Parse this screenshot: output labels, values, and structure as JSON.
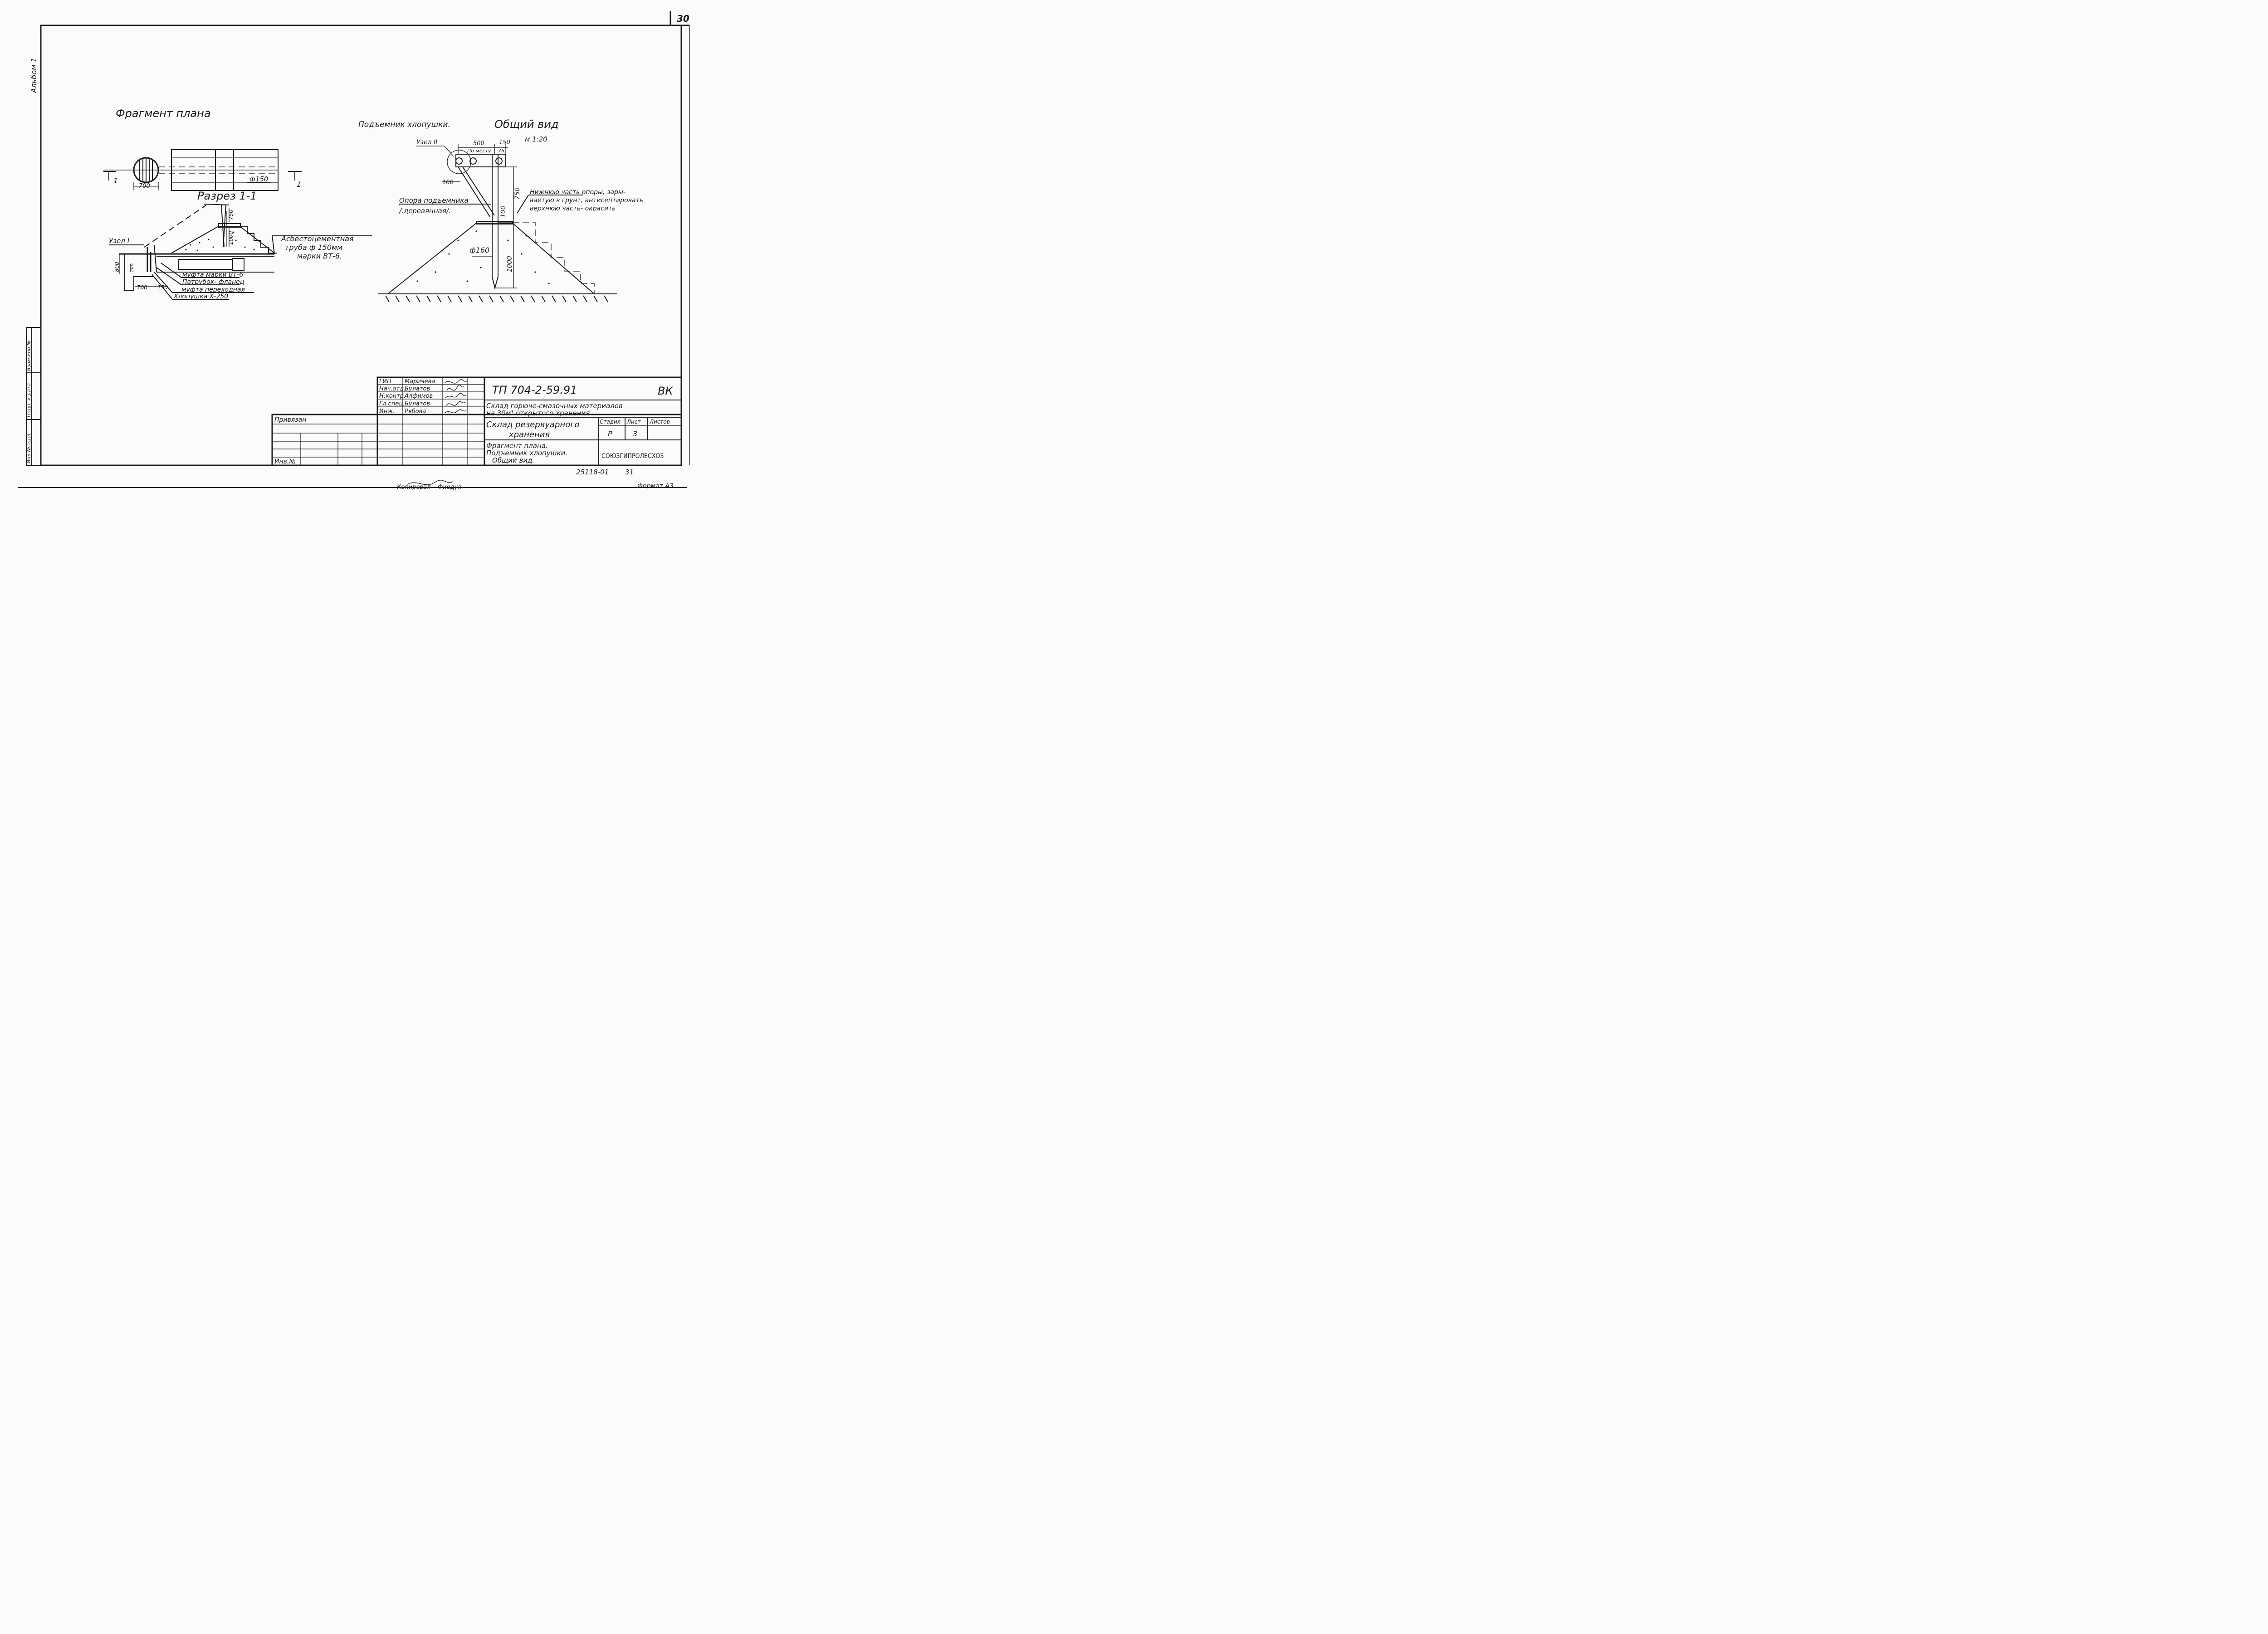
{
  "sheet": {
    "page_number": "30",
    "album_label": "Альбом 1",
    "format_label": "Формат А3",
    "copied_by": "Копировал",
    "copied_by_sign": "Фиедуя",
    "archive_code": "25118-01",
    "archive_sheet": "31"
  },
  "left_strip": {
    "label_1": "Инв.№подл.",
    "label_2": "Подп. и дата",
    "label_3": "Взам.инв.№"
  },
  "plan": {
    "title": "Фрагмент плана",
    "dim_700": "700",
    "pipe_dim": "ф150",
    "section_mark_left": "1",
    "section_mark_right": "1"
  },
  "section": {
    "title": "Разрез 1-1",
    "node_label": "Узел I",
    "dim_800": "800",
    "dim_200": "200",
    "dim_700": "700",
    "dim_150": "150",
    "dim_750": "750",
    "dim_1000": "1000",
    "pipe_note_1": "Асбестоцементная",
    "pipe_note_2": "труба ф 150мм",
    "pipe_note_3": "марки ВТ-6.",
    "lbl_coupling": "муфта марки ВТ-6",
    "lbl_flange": "Патрубок- фланец",
    "lbl_transition": "муфта переходная",
    "lbl_flap": "Хлопушка Х-250"
  },
  "lift": {
    "title": "Подъемник хлопушки.",
    "view_title": "Общий вид",
    "scale": "м 1:20",
    "node_label": "Узел II",
    "dim_500": "500",
    "dim_150": "150",
    "dim_place": "По месту",
    "dim_76": "76",
    "dim_100_top": "100",
    "dim_750": "750",
    "dim_100_mid": "100",
    "dim_160": "ф160",
    "dim_1000": "1000",
    "support_note_1": "Опора подъемника",
    "support_note_2": "/.деревянная/.",
    "treat_note_1": "Нижнюю часть опоры, зары-",
    "treat_note_2": "ваетую в грунт, антисептировать",
    "treat_note_3": "верхнюю часть- окрасить"
  },
  "title_block": {
    "bound_label": "Привязан",
    "inv_label": "Инв.№",
    "roles": [
      {
        "role": "ГИП",
        "name": "Маричева"
      },
      {
        "role": "Нач.отд.",
        "name": "Булатов"
      },
      {
        "role": "Н.контр.",
        "name": "Алфимов"
      },
      {
        "role": "Гл.спец.",
        "name": "Булатов"
      },
      {
        "role": "Инж.",
        "name": "Рябова"
      }
    ],
    "project_code": "ТП 704-2-59.91",
    "section_code": "ВК",
    "object_1": "Склад горюче-смазочных материалов",
    "object_2": "на 30м³ открытого хранения",
    "part_1": "Склад резервуарного",
    "part_2": "хранения",
    "stage_label": "Стадия",
    "sheet_label": "Лист",
    "sheets_label": "Листов",
    "stage_value": "Р",
    "sheet_value": "3",
    "drawing_1": "Фрагмент плана.",
    "drawing_2": "Подъемник хлопушки.",
    "drawing_3": "Общий вид.",
    "org": "СОЮЗГИПРОЛЕСХОЗ"
  }
}
